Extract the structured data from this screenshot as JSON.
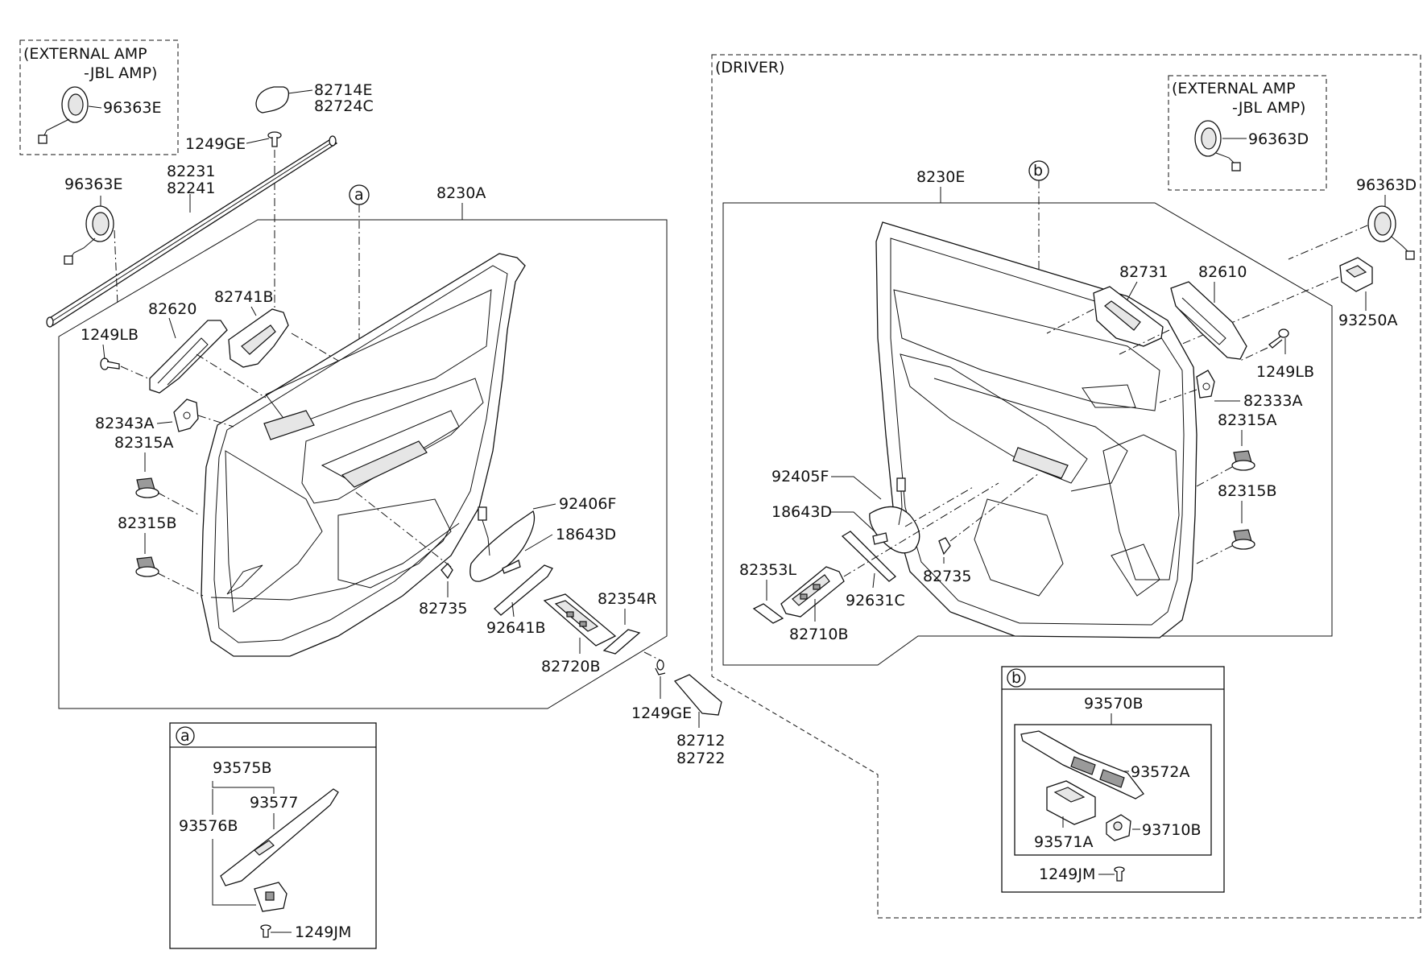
{
  "headers": {
    "ext_amp_left_1": "(EXTERNAL AMP",
    "ext_amp_left_2": "-JBL AMP)",
    "driver": "(DRIVER)",
    "ext_amp_right_1": "(EXTERNAL AMP",
    "ext_amp_right_2": "-JBL AMP)",
    "circle_a": "a",
    "circle_b": "b"
  },
  "labels": {
    "p96363E_box": "96363E",
    "p82714E": "82714E",
    "p82724C": "82724C",
    "p1249GE_top": "1249GE",
    "p96363E": "96363E",
    "p82231": "82231",
    "p82241": "82241",
    "p8230A": "8230A",
    "p82620": "82620",
    "p82741B": "82741B",
    "p1249LB_left": "1249LB",
    "p82343A": "82343A",
    "p82315A_left": "82315A",
    "p82315B_left": "82315B",
    "p92406F": "92406F",
    "p18643D_left": "18643D",
    "p82735_left": "82735",
    "p92641B": "92641B",
    "p82354R": "82354R",
    "p82720B": "82720B",
    "p1249GE_bottom": "1249GE",
    "p82712": "82712",
    "p82722": "82722",
    "p93575B": "93575B",
    "p93577": "93577",
    "p93576B": "93576B",
    "p1249JM_a": "1249JM",
    "p96363D_box": "96363D",
    "p96363D": "96363D",
    "p8230E": "8230E",
    "p82731": "82731",
    "p82610": "82610",
    "p93250A": "93250A",
    "p1249LB_right": "1249LB",
    "p82333A": "82333A",
    "p82315A_right": "82315A",
    "p82315B_right": "82315B",
    "p92405F": "92405F",
    "p18643D_right": "18643D",
    "p82353L": "82353L",
    "p92631C": "92631C",
    "p82735_right": "82735",
    "p82710B": "82710B",
    "p93570B": "93570B",
    "p93572A": "93572A",
    "p93571A": "93571A",
    "p93710B": "93710B",
    "p1249JM_b": "1249JM"
  },
  "icons": [
    "speaker-icon",
    "clip-icon",
    "screw-icon",
    "switch-icon",
    "handle-icon"
  ]
}
